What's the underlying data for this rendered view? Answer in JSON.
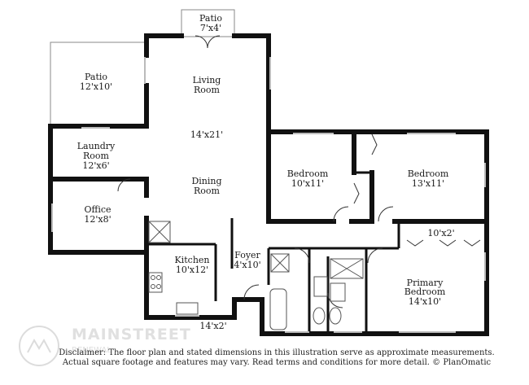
{
  "rooms": {
    "patio_top": {
      "name": "Patio",
      "dims": "7'x4'"
    },
    "patio_left": {
      "name": "Patio",
      "dims": "12'x10'"
    },
    "living": {
      "name_line1": "Living",
      "name_line2": "Room"
    },
    "living_dining_dims": "14'x21'",
    "dining": {
      "name_line1": "Dining",
      "name_line2": "Room"
    },
    "laundry": {
      "name_line1": "Laundry",
      "name_line2": "Room",
      "dims": "12'x6'"
    },
    "office": {
      "name": "Office",
      "dims": "12'x8'"
    },
    "kitchen": {
      "name": "Kitchen",
      "dims": "10'x12'"
    },
    "foyer": {
      "name": "Foyer",
      "dims": "4'x10'"
    },
    "bedroom_1": {
      "name": "Bedroom",
      "dims": "10'x11'"
    },
    "bedroom_2": {
      "name": "Bedroom",
      "dims": "13'x11'"
    },
    "closet_dims": "10'x2'",
    "primary": {
      "name_line1": "Primary",
      "name_line2": "Bedroom",
      "dims": "14'x10'"
    },
    "porch_dims": "14'x2'"
  },
  "watermark": {
    "brand": "MAINSTREET",
    "sub": "RENEWAL"
  },
  "disclaimer": {
    "line1": "Disclaimer: The floor plan and stated dimensions in this illustration serve as approximate measurements.",
    "line2": "Actual square footage and features may vary. Read terms and conditions for more detail. © PlanOmatic"
  },
  "colors": {
    "wall": "#111111",
    "thin_wall": "#777777",
    "fixture": "#555555",
    "background": "#ffffff"
  }
}
